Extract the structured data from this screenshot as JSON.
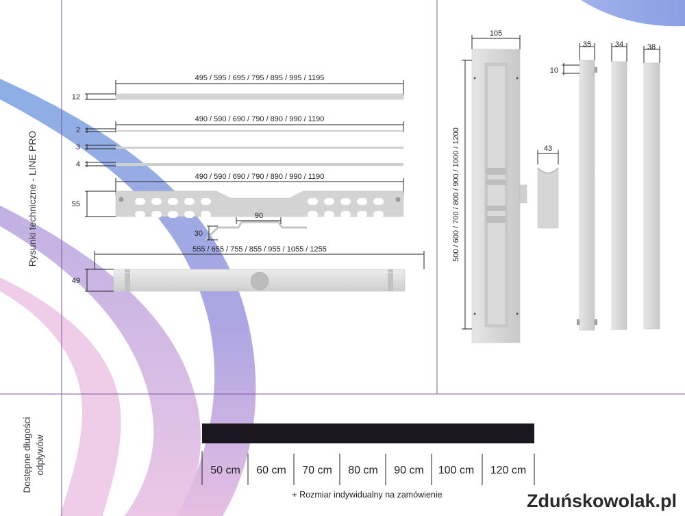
{
  "side_title": "Rysunki techniczne - LINE PRO",
  "bottom_side_title": [
    "Dostępne długości",
    "odpływów"
  ],
  "drawing": {
    "cover_lengths": "495 / 595 / 695 / 795 / 895 / 995 / 1195",
    "cover_thickness": "12",
    "insert_lengths_1": "490 / 590 / 690 / 790 / 890 / 990 / 1190",
    "insert_thickness_1": "2",
    "insert_thickness_2": "3",
    "insert_thickness_3": "4",
    "frame_lengths": "490 / 590 / 690 / 790 / 890 / 990 / 1190",
    "frame_height": "55",
    "notch_width": "90",
    "notch_depth": "30",
    "body_lengths": "555 / 655 / 755 / 855 / 955 / 1055 / 1255",
    "body_height": "49",
    "vertical_width": "105",
    "vertical_lengths": "500 / 600 / 700 / 800 / 900 / 1000 / 1200",
    "outlet_width": "43",
    "profile_width_1": "35",
    "profile_width_2": "34",
    "profile_width_3": "38",
    "profile_offset": "10"
  },
  "lengths": [
    "50 cm",
    "60 cm",
    "70 cm",
    "80 cm",
    "90 cm",
    "100 cm",
    "120 cm"
  ],
  "custom_note": "+ Rozmiar indywidualny na zamówienie",
  "brand": "Zduńskowolak.pl",
  "colors": {
    "accent": "#9a6bbf",
    "bar": "#1b1720",
    "panel": "#e7e7e7",
    "line": "#7a5a95"
  }
}
